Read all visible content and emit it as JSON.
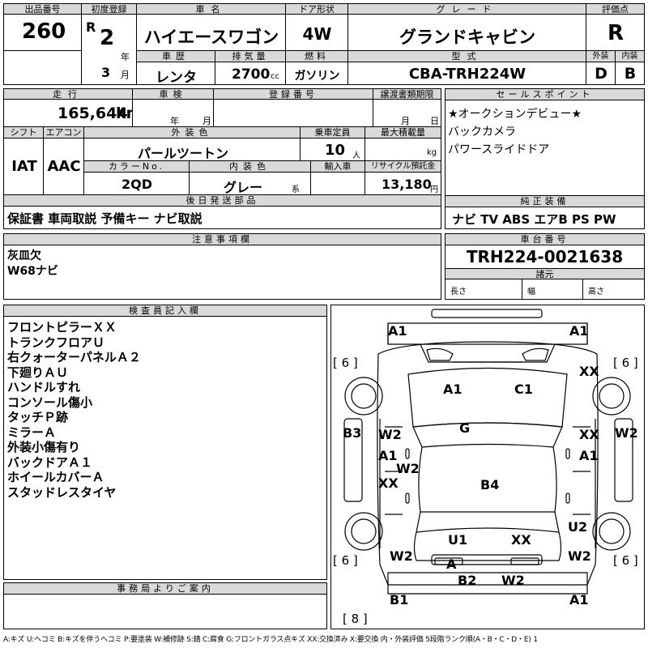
{
  "hdr": {
    "lot_label": "出品番号",
    "lot": "260",
    "reg_label": "初度登録",
    "era": "R",
    "year_num": "2",
    "year_unit": "年",
    "month_num": "3",
    "month_unit": "月",
    "name_label": "車名",
    "name": "ハイエースワゴン",
    "door_label": "ドア形状",
    "door": "4W",
    "grade_label": "グレード",
    "grade": "グランドキャビン",
    "score_label": "評価点",
    "score": "R",
    "history_label": "車歴",
    "history": "レンタ",
    "disp_label": "排気量",
    "disp": "2700",
    "disp_unit": "cc",
    "fuel_label": "燃料",
    "fuel": "ガソリン",
    "model_label": "型式",
    "model": "CBA-TRH224W",
    "ext_label": "外装",
    "ext": "D",
    "int_label": "内装",
    "int": "B"
  },
  "row2": {
    "mileage_label": "走行",
    "mileage": "165,644",
    "mileage_unit": "km",
    "inspect_label": "車検",
    "inspect_y": "年",
    "inspect_m": "月",
    "plate_label": "登録番号",
    "transfer_label": "譲渡書類期限",
    "transfer_m": "月",
    "transfer_d": "日",
    "sales_label": "セールスポイント",
    "sales": [
      "★オークションデビュー★",
      "バックカメラ",
      "パワースライドドア"
    ]
  },
  "row3": {
    "shift_label": "シフト",
    "shift": "IAT",
    "ac_label": "エアコン",
    "ac": "AAC",
    "color_label": "外装色",
    "color": "パールツートン",
    "cap_label": "乗車定員",
    "cap": "10",
    "cap_unit": "人",
    "load_label": "最大積載量",
    "load_unit": "kg",
    "colorno_label": "カラーNo.",
    "colorno": "2QD",
    "intcolor_label": "内装色",
    "intcolor": "グレー",
    "intcolor_unit": "系",
    "import_label": "輸入車",
    "recycle_label": "リサイクル預託金",
    "recycle": "13,180",
    "recycle_unit": "円"
  },
  "later": {
    "label": "後日発送部品",
    "value": "保証書 車両取説 予備キー ナビ取説"
  },
  "equip": {
    "label": "純正装備",
    "value": "ナビ TV ABS エアB PS PW"
  },
  "notes": {
    "label": "注意事項欄",
    "lines": [
      "灰皿欠",
      "W68ナビ"
    ]
  },
  "chassis": {
    "label": "車台番号",
    "value": "TRH224-0021638",
    "spec_label": "諸元",
    "len": "長さ",
    "wid": "幅",
    "hgt": "高さ"
  },
  "inspector": {
    "label": "検査員記入欄",
    "lines": [
      "フロントピラーＸＸ",
      "トランクフロアＵ",
      "右クォーターパネルＡ２",
      "下廻りＡＵ",
      "ハンドルすれ",
      "コンソール傷小",
      "タッチＰ跡",
      "ミラーＡ",
      "外装小傷有り",
      "バックドアＡ１",
      "ホイールカバーＡ",
      "スタッドレスタイヤ"
    ]
  },
  "office": {
    "label": "事務局よりご案内"
  },
  "diagram": {
    "marks": {
      "a1_tl": "A1",
      "a1_tr": "A1",
      "t6_fl": "[ 6 ]",
      "t6_fr": "[ 6 ]",
      "hood_a1": "A1",
      "hood_c1": "C1",
      "xx_fr": "XX",
      "g": "G",
      "b3": "B3",
      "w2_r": "W2",
      "w2_lf": "W2",
      "xx_rf": "XX",
      "a1_ld": "A1",
      "a1_rd": "A1",
      "w2_mid": "W2",
      "xx_ld": "XX",
      "b4": "B4",
      "u2": "U2",
      "u1": "U1",
      "xx_rr": "XX",
      "w2_ll": "W2",
      "w2_rl": "W2",
      "t6_rl": "[ 6 ]",
      "t6_rr": "[ 6 ]",
      "a_bump": "A",
      "b2": "B2",
      "w2_bump": "W2",
      "b1": "B1",
      "a1_br": "A1",
      "t8": "[ 8 ]"
    }
  },
  "legend": "A:キズ U:ヘコミ B:キズを伴うヘコミ P:要塗装 W:補修跡 S:錆 C:腐食 G:フロントガラス点キズ XX:交換済み X:要交換 内・外装評価 5段階ランク順(A・B・C・D・E) 1"
}
